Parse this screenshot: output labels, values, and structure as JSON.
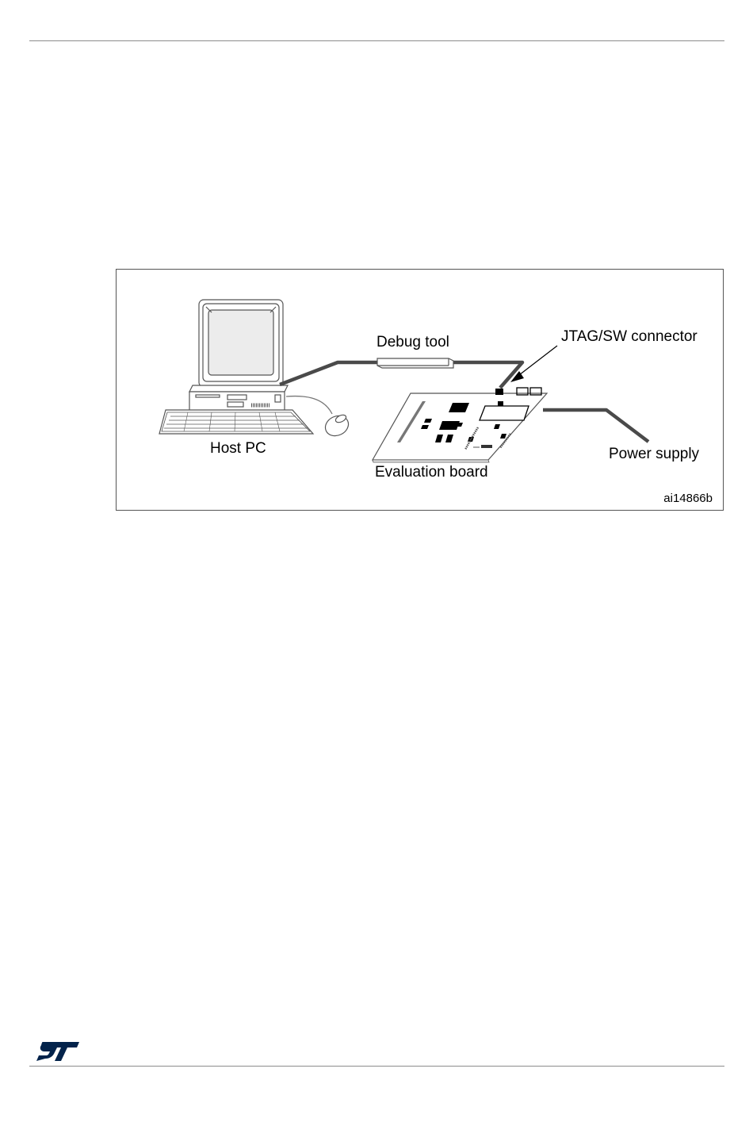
{
  "figure": {
    "labels": {
      "debug_tool": "Debug tool",
      "jtag_connector": "JTAG/SW connector",
      "host_pc": "Host PC",
      "power_supply": "Power supply",
      "evaluation_board": "Evaluation board"
    },
    "figure_id": "ai14866b"
  },
  "colors": {
    "cable": "#4a4a4a",
    "outline": "#555555",
    "logo": "#03234b"
  },
  "logo": {
    "text": "ST"
  }
}
